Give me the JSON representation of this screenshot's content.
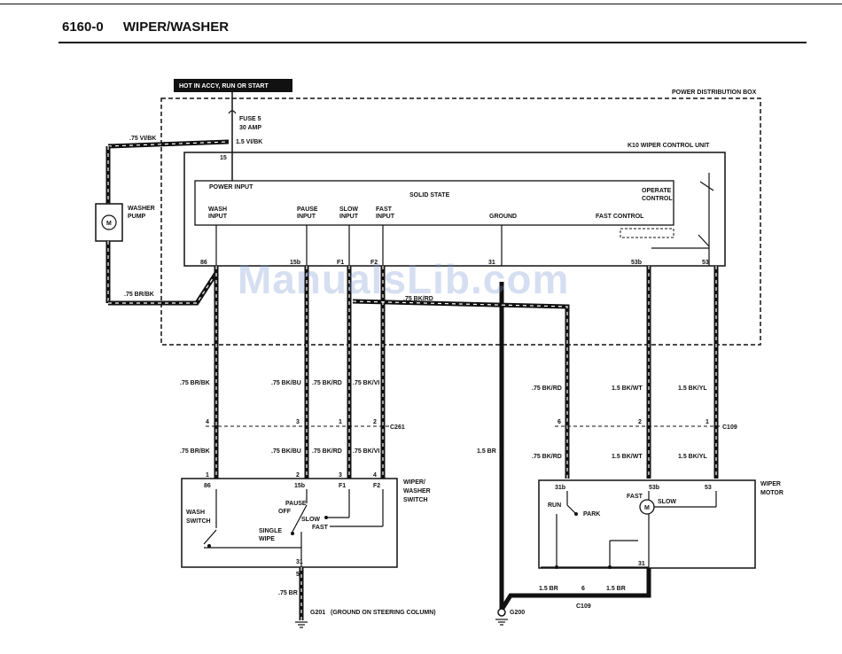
{
  "header": {
    "code": "6160-0",
    "title": "WIPER/WASHER"
  },
  "watermark": "ManualsLib.com",
  "labels": {
    "hot": "HOT IN ACCY, RUN OR START",
    "pdb": "POWER DISTRIBUTION BOX",
    "fuse": "FUSE 5",
    "amp": "30 AMP",
    "w_vibk_top": "1.5 VI/BK",
    "w_vibk_left": ".75 VI/BK",
    "k10": "K10 WIPER CONTROL UNIT",
    "pin15": "15",
    "power_input": "POWER INPUT",
    "solid_state": "SOLID STATE",
    "operate": "OPERATE",
    "control": "CONTROL",
    "wash": "WASH",
    "input1": "INPUT",
    "pause": "PAUSE",
    "input2": "INPUT",
    "slow": "SLOW",
    "input3": "INPUT",
    "fast": "FAST",
    "input4": "INPUT",
    "ground": "GROUND",
    "fast_control": "FAST CONTROL",
    "p86": "86",
    "p15b": "15b",
    "pF1": "F1",
    "pF2": "F2",
    "p31": "31",
    "p53b": "53b",
    "p53": "53",
    "washer": "WASHER",
    "pump": "PUMP",
    "m": "M",
    "w_brbk_left": ".75 BR/BK",
    "w_bkrd_mid": ".75 BK/RD",
    "w_brbk": ".75 BR/BK",
    "w_bkbu": ".75 BK/BU",
    "w_bkrd": ".75 BK/RD",
    "w_bkvi": ".75 BK/VI",
    "w_bkrd2": ".75 BK/RD",
    "w_bkwt": "1.5 BK/WT",
    "w_bkyl": "1.5 BK/YL",
    "c261": "C261",
    "c109": "C109",
    "n4": "4",
    "n3": "3",
    "n1": "1",
    "n2": "2",
    "n6": "6",
    "n2b": "2",
    "n1b": "1",
    "w_brbk_b": ".75 BR/BK",
    "w_bkbu_b": ".75 BK/BU",
    "w_bkrd_b": ".75 BK/RD",
    "w_bkvi_b": ".75 BK/VI",
    "w_br15": "1.5 BR",
    "w_bkrd2_b": ".75 BK/RD",
    "w_bkwt_b": "1.5 BK/WT",
    "w_bkyl_b": "1.5 BK/YL",
    "s1": "1",
    "s2": "2",
    "s3": "3",
    "s4": "4",
    "sw86": "86",
    "sw15b": "15b",
    "swF1": "F1",
    "swF2": "F2",
    "wiper": "WIPER/",
    "washer2": "WASHER",
    "switch": "SWITCH",
    "wash_sw": "WASH",
    "switch_sw": "SWITCH",
    "pause_sw": "PAUSE",
    "off_sw": "OFF",
    "slow_sw": "SLOW",
    "fast_sw": "FAST",
    "single": "SINGLE",
    "wipe": "WIPE",
    "sw31": "31",
    "sw5": "5",
    "w_br75": ".75 BR",
    "g201": "G201",
    "g201_desc": "(GROUND ON STEERING COLUMN)",
    "wiper_m": "WIPER",
    "motor": "MOTOR",
    "m31b": "31b",
    "m53b": "53b",
    "m53": "53",
    "run": "RUN",
    "park": "PARK",
    "fast_m": "FAST",
    "slow_m": "SLOW",
    "m_m": "M",
    "m31": "31",
    "w_15br_l": "1.5 BR",
    "n6b": "6",
    "w_15br_r": "1.5 BR",
    "c109b": "C109",
    "g200": "G200"
  }
}
